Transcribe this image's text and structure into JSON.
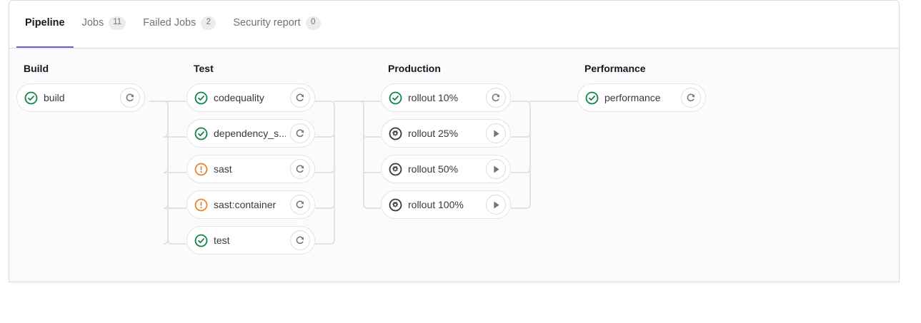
{
  "tabs": [
    {
      "label": "Pipeline",
      "badge": null,
      "active": true
    },
    {
      "label": "Jobs",
      "badge": "11",
      "active": false
    },
    {
      "label": "Failed Jobs",
      "badge": "2",
      "active": false
    },
    {
      "label": "Security report",
      "badge": "0",
      "active": false
    }
  ],
  "colors": {
    "accent": "#6666c4",
    "success": "#108548",
    "warning": "#e9852f",
    "manual": "#3a383f",
    "connector": "#e3e1e6",
    "card_border": "#e6e4e9",
    "body_bg": "#fbfafd"
  },
  "stages": [
    {
      "title": "Build",
      "jobs": [
        {
          "name": "build",
          "status": "success",
          "status_icon": "status-success-icon",
          "action": "retry",
          "action_icon": "retry-icon"
        }
      ]
    },
    {
      "title": "Test",
      "jobs": [
        {
          "name": "codequality",
          "status": "success",
          "status_icon": "status-success-icon",
          "action": "retry",
          "action_icon": "retry-icon"
        },
        {
          "name": "dependency_s...",
          "status": "success",
          "status_icon": "status-success-icon",
          "action": "retry",
          "action_icon": "retry-icon"
        },
        {
          "name": "sast",
          "status": "warning",
          "status_icon": "status-warning-icon",
          "action": "retry",
          "action_icon": "retry-icon"
        },
        {
          "name": "sast:container",
          "status": "warning",
          "status_icon": "status-warning-icon",
          "action": "retry",
          "action_icon": "retry-icon"
        },
        {
          "name": "test",
          "status": "success",
          "status_icon": "status-success-icon",
          "action": "retry",
          "action_icon": "retry-icon"
        }
      ]
    },
    {
      "title": "Production",
      "jobs": [
        {
          "name": "rollout 10%",
          "status": "success",
          "status_icon": "status-success-icon",
          "action": "retry",
          "action_icon": "retry-icon"
        },
        {
          "name": "rollout 25%",
          "status": "manual",
          "status_icon": "status-manual-icon",
          "action": "play",
          "action_icon": "play-icon"
        },
        {
          "name": "rollout 50%",
          "status": "manual",
          "status_icon": "status-manual-icon",
          "action": "play",
          "action_icon": "play-icon"
        },
        {
          "name": "rollout 100%",
          "status": "manual",
          "status_icon": "status-manual-icon",
          "action": "play",
          "action_icon": "play-icon"
        }
      ]
    },
    {
      "title": "Performance",
      "jobs": [
        {
          "name": "performance",
          "status": "success",
          "status_icon": "status-success-icon",
          "action": "retry",
          "action_icon": "retry-icon"
        }
      ]
    }
  ]
}
